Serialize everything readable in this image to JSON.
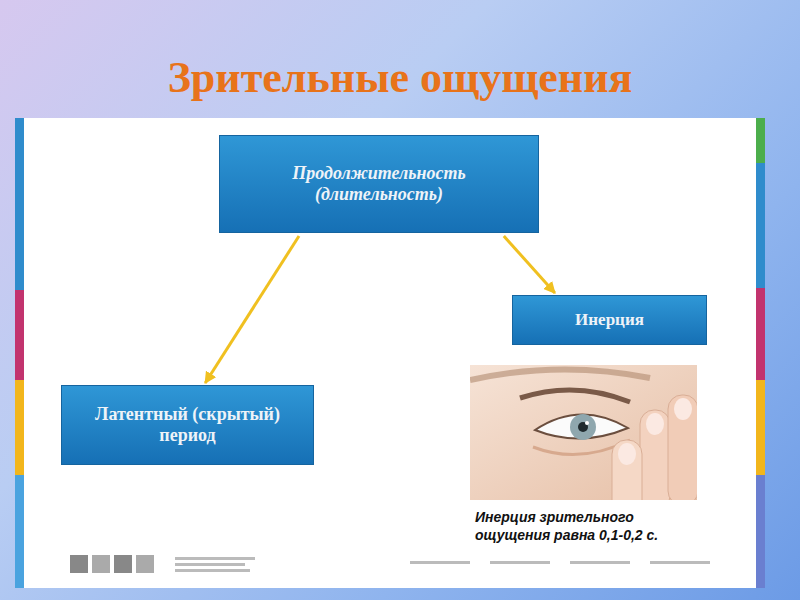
{
  "diagram": {
    "title": "Зрительные ощущения",
    "nodes": [
      {
        "text": [
          "Продолжительность (длительность)"
        ]
      },
      {
        "text": [
          "Инерция"
        ]
      },
      {
        "text": [
          "Латентный (скрытый) период"
        ]
      }
    ],
    "edges": [
      {
        "from": 0,
        "to": 1,
        "arrow": "to"
      },
      {
        "from": 0,
        "to": 2,
        "arrow": "to"
      }
    ],
    "labels": [
      "Инерция зрительного ощущения равна 0,1-0,2 с."
    ]
  }
}
